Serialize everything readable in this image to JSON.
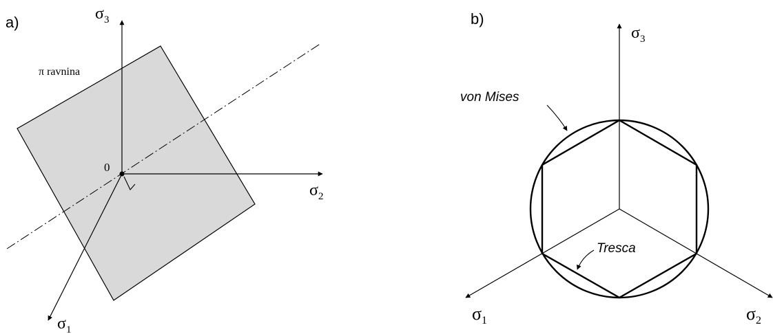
{
  "panel_a": {
    "label": "a)",
    "plane_label": "π ravnina",
    "origin_label": "0",
    "axes": {
      "s3": {
        "symbol": "σ",
        "sub": "3"
      },
      "s2": {
        "symbol": "σ",
        "sub": "2"
      },
      "s1": {
        "symbol": "σ",
        "sub": "1"
      }
    },
    "colors": {
      "plane_fill": "#d9d9d9",
      "line": "#000000"
    }
  },
  "panel_b": {
    "label": "b)",
    "von_mises_label": "von Mises",
    "tresca_label": "Tresca",
    "axes": {
      "s3": {
        "symbol": "σ",
        "sub": "3"
      },
      "s2": {
        "symbol": "σ",
        "sub": "2"
      },
      "s1": {
        "symbol": "σ",
        "sub": "1"
      }
    }
  }
}
